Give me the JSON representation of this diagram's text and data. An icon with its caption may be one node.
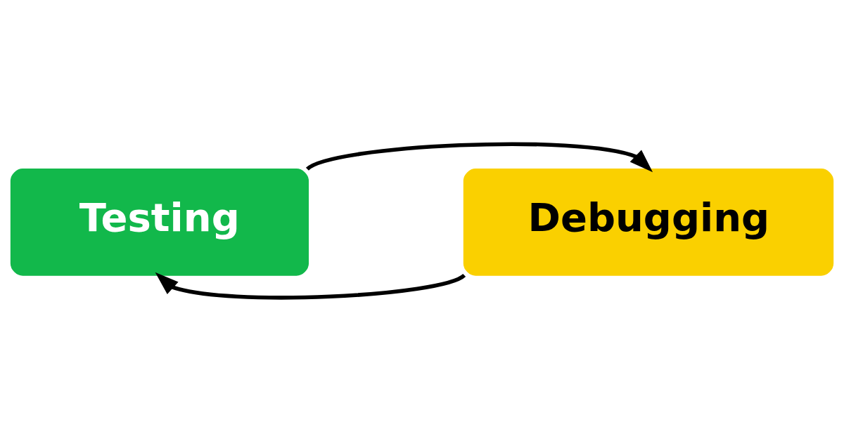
{
  "diagram": {
    "nodes": [
      {
        "text": [
          "Testing"
        ]
      },
      {
        "text": [
          "Debugging"
        ]
      }
    ],
    "edges": [
      {
        "from": 0,
        "to": 1,
        "arrow": "to"
      },
      {
        "from": 1,
        "to": 0,
        "arrow": "to"
      }
    ]
  }
}
